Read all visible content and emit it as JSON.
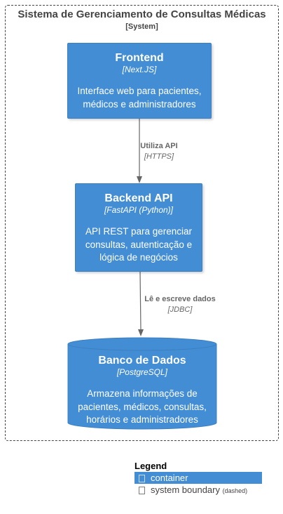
{
  "boundary": {
    "title": "Sistema de Gerenciamento de Consultas Médicas",
    "type": "[System]"
  },
  "frontend": {
    "name": "Frontend",
    "tech": "[Next.JS]",
    "desc_lines": [
      "Interface web para pacientes,",
      "médicos e administradores"
    ]
  },
  "backend": {
    "name": "Backend API",
    "tech": "[FastAPI (Python)]",
    "desc_lines": [
      "API REST para gerenciar",
      "consultas, autenticação e",
      "lógica de negócios"
    ]
  },
  "database": {
    "name": "Banco de Dados",
    "tech": "[PostgreSQL]",
    "desc_lines": [
      "Armazena informações de",
      "pacientes, médicos, consultas,",
      "horários e administradores"
    ]
  },
  "relations": [
    {
      "label": "Utiliza API",
      "tech": "[HTTPS]"
    },
    {
      "label": "Lê e escreve dados",
      "tech": "[JDBC]"
    }
  ],
  "legend": {
    "title": "Legend",
    "items": [
      {
        "label": "container",
        "note": ""
      },
      {
        "label": "system boundary",
        "note": "(dashed)"
      }
    ]
  },
  "colors": {
    "container": "#438DD5",
    "container_border": "#3C7FC0",
    "text_dark": "#444444",
    "arrow": "#666666"
  }
}
